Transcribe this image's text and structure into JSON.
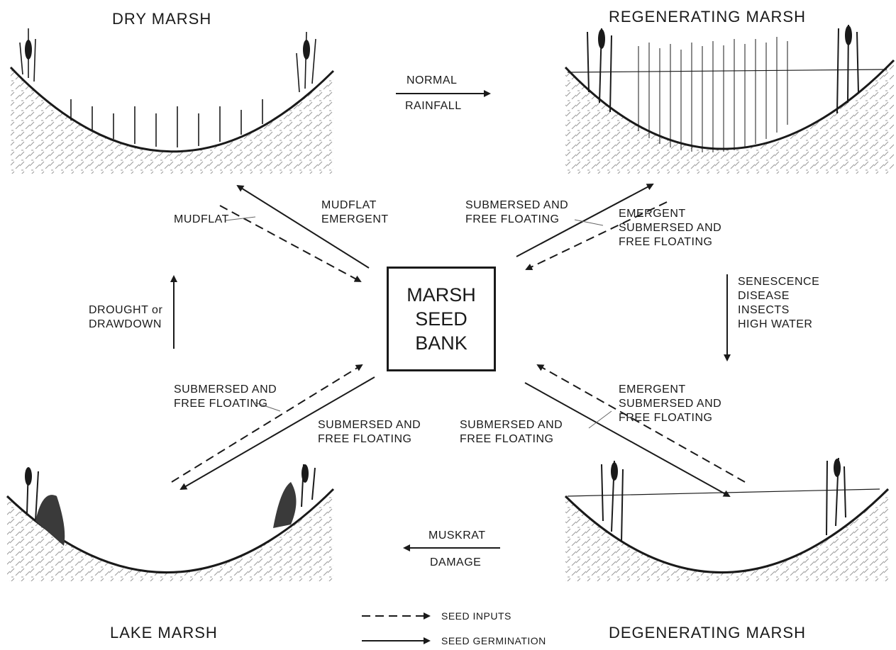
{
  "panels": {
    "dry_marsh": {
      "title": "DRY MARSH"
    },
    "regenerating_marsh": {
      "title": "REGENERATING MARSH"
    },
    "lake_marsh": {
      "title": "LAKE MARSH"
    },
    "degenerating_marsh": {
      "title": "DEGENERATING MARSH"
    }
  },
  "center": {
    "label": "MARSH\nSEED\nBANK"
  },
  "transitions": {
    "normal_rainfall": {
      "top": "NORMAL",
      "bottom": "RAINFALL"
    },
    "senescence": "SENESCENCE\nDISEASE\nINSECTS\nHIGH WATER",
    "drought": "DROUGHT or\nDRAWDOWN",
    "muskrat": {
      "top": "MUSKRAT",
      "bottom": "DAMAGE"
    }
  },
  "arrow_labels": {
    "dry_input": "MUDFLAT",
    "dry_germination": "MUDFLAT\nEMERGENT",
    "regen_germination": "SUBMERSED AND\nFREE FLOATING",
    "regen_input": "EMERGENT\nSUBMERSED AND\nFREE FLOATING",
    "lake_input": "SUBMERSED AND\nFREE FLOATING",
    "lake_germination": "SUBMERSED AND\nFREE FLOATING",
    "degen_germination": "SUBMERSED AND\nFREE FLOATING",
    "degen_input": "EMERGENT\nSUBMERSED AND\nFREE FLOATING"
  },
  "legend": {
    "seed_inputs": "SEED INPUTS",
    "seed_germination": "SEED GERMINATION"
  },
  "colors": {
    "ink": "#1a1a1a",
    "ground": "#bdbdbd",
    "paper": "#ffffff"
  }
}
